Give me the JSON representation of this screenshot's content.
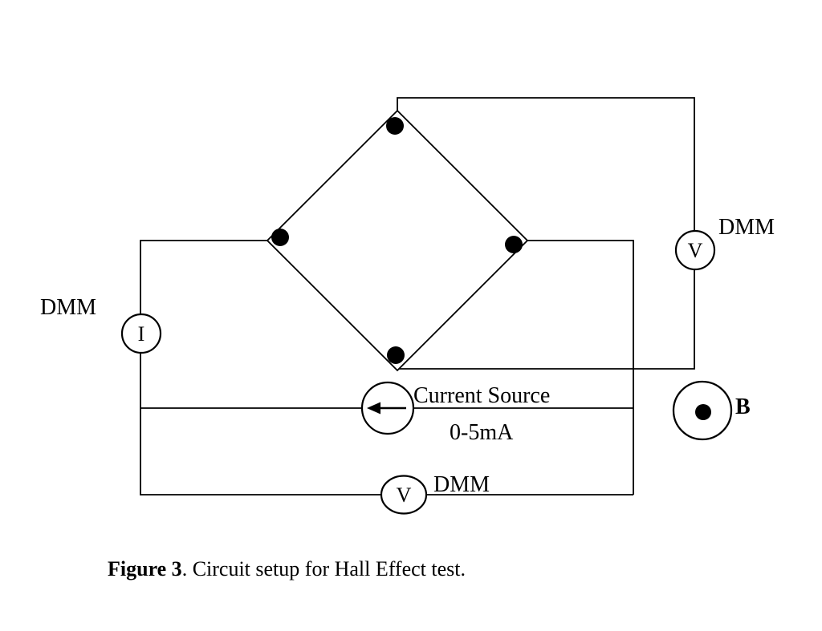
{
  "colors": {
    "ink": "#000000",
    "background": "#ffffff"
  },
  "meters": {
    "hall_voltmeter": {
      "symbol": "V",
      "label": "DMM"
    },
    "ammeter": {
      "symbol": "I",
      "label": "DMM"
    },
    "series_voltmeter": {
      "symbol": "V",
      "label": "DMM"
    }
  },
  "current_source": {
    "label": "Current Source",
    "range": "0-5mA"
  },
  "magnetic_field": {
    "symbol": "B"
  },
  "caption": {
    "lead": "Figure 3",
    "rest": ". Circuit setup for Hall Effect test."
  }
}
